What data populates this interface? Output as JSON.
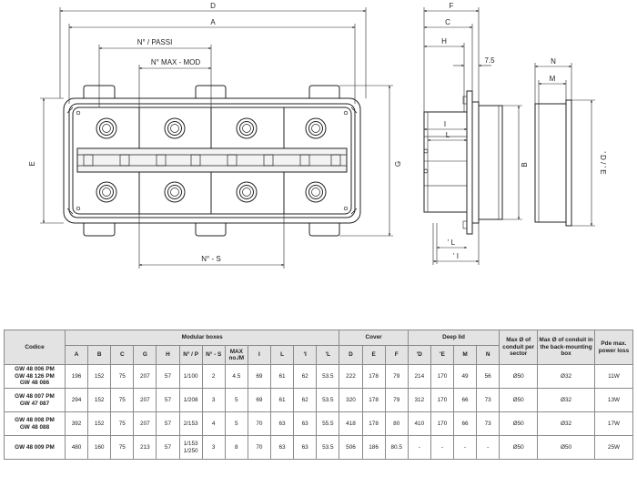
{
  "labels": {
    "D": "D",
    "A": "A",
    "passi": "N° / PASSI",
    "maxmod": "N° MAX - MOD",
    "ns": "N° - S",
    "E": "E",
    "G": "G",
    "F": "F",
    "C": "C",
    "H": "H",
    "seven5": "7.5",
    "I": "I",
    "L": "L",
    "B": "B",
    "Lp": "' L",
    "Ip": "' I",
    "N": "N",
    "M": "M",
    "DE": "' D / ' E"
  },
  "table": {
    "header_codice": "Codice",
    "groups": {
      "modular": "Modular boxes",
      "cover": "Cover",
      "deep": "Deep lid",
      "maxconduit": "Max Ø of conduit per sector",
      "backbox": "Max Ø of conduit in the back-mounting box",
      "power": "Pde max. power loss"
    },
    "cols": [
      "A",
      "B",
      "C",
      "G",
      "H",
      "N° / P",
      "N° - S",
      "MAX no./M",
      "I",
      "L",
      "'I",
      "'L",
      "D",
      "E",
      "F",
      "'D",
      "'E",
      "M",
      "N"
    ],
    "rows": [
      {
        "code": "GW 48 006 PM\nGW 48 126 PM\nGW 48 086",
        "vals": [
          "196",
          "152",
          "75",
          "207",
          "57",
          "1/100",
          "2",
          "4.5",
          "69",
          "61",
          "62",
          "53.5",
          "222",
          "178",
          "79",
          "214",
          "170",
          "49",
          "56",
          "Ø50",
          "Ø32",
          "11W"
        ]
      },
      {
        "code": "GW 48 007 PM\nGW 47 087",
        "vals": [
          "294",
          "152",
          "75",
          "207",
          "57",
          "1/208",
          "3",
          "5",
          "69",
          "61",
          "62",
          "53.5",
          "320",
          "178",
          "79",
          "312",
          "170",
          "66",
          "73",
          "Ø50",
          "Ø32",
          "13W"
        ]
      },
      {
        "code": "GW 48 008 PM\nGW 48 088",
        "vals": [
          "392",
          "152",
          "75",
          "207",
          "57",
          "2/153",
          "4",
          "5",
          "70",
          "63",
          "63",
          "55.5",
          "418",
          "178",
          "80",
          "410",
          "170",
          "66",
          "73",
          "Ø50",
          "Ø32",
          "17W"
        ]
      },
      {
        "code": "GW 48 009 PM",
        "vals": [
          "480",
          "160",
          "75",
          "213",
          "57",
          "1/153\n1/250",
          "3",
          "8",
          "70",
          "63",
          "63",
          "53.5",
          "506",
          "186",
          "80.5",
          "-",
          "-",
          "-",
          "-",
          "Ø50",
          "Ø50",
          "25W"
        ]
      }
    ]
  }
}
